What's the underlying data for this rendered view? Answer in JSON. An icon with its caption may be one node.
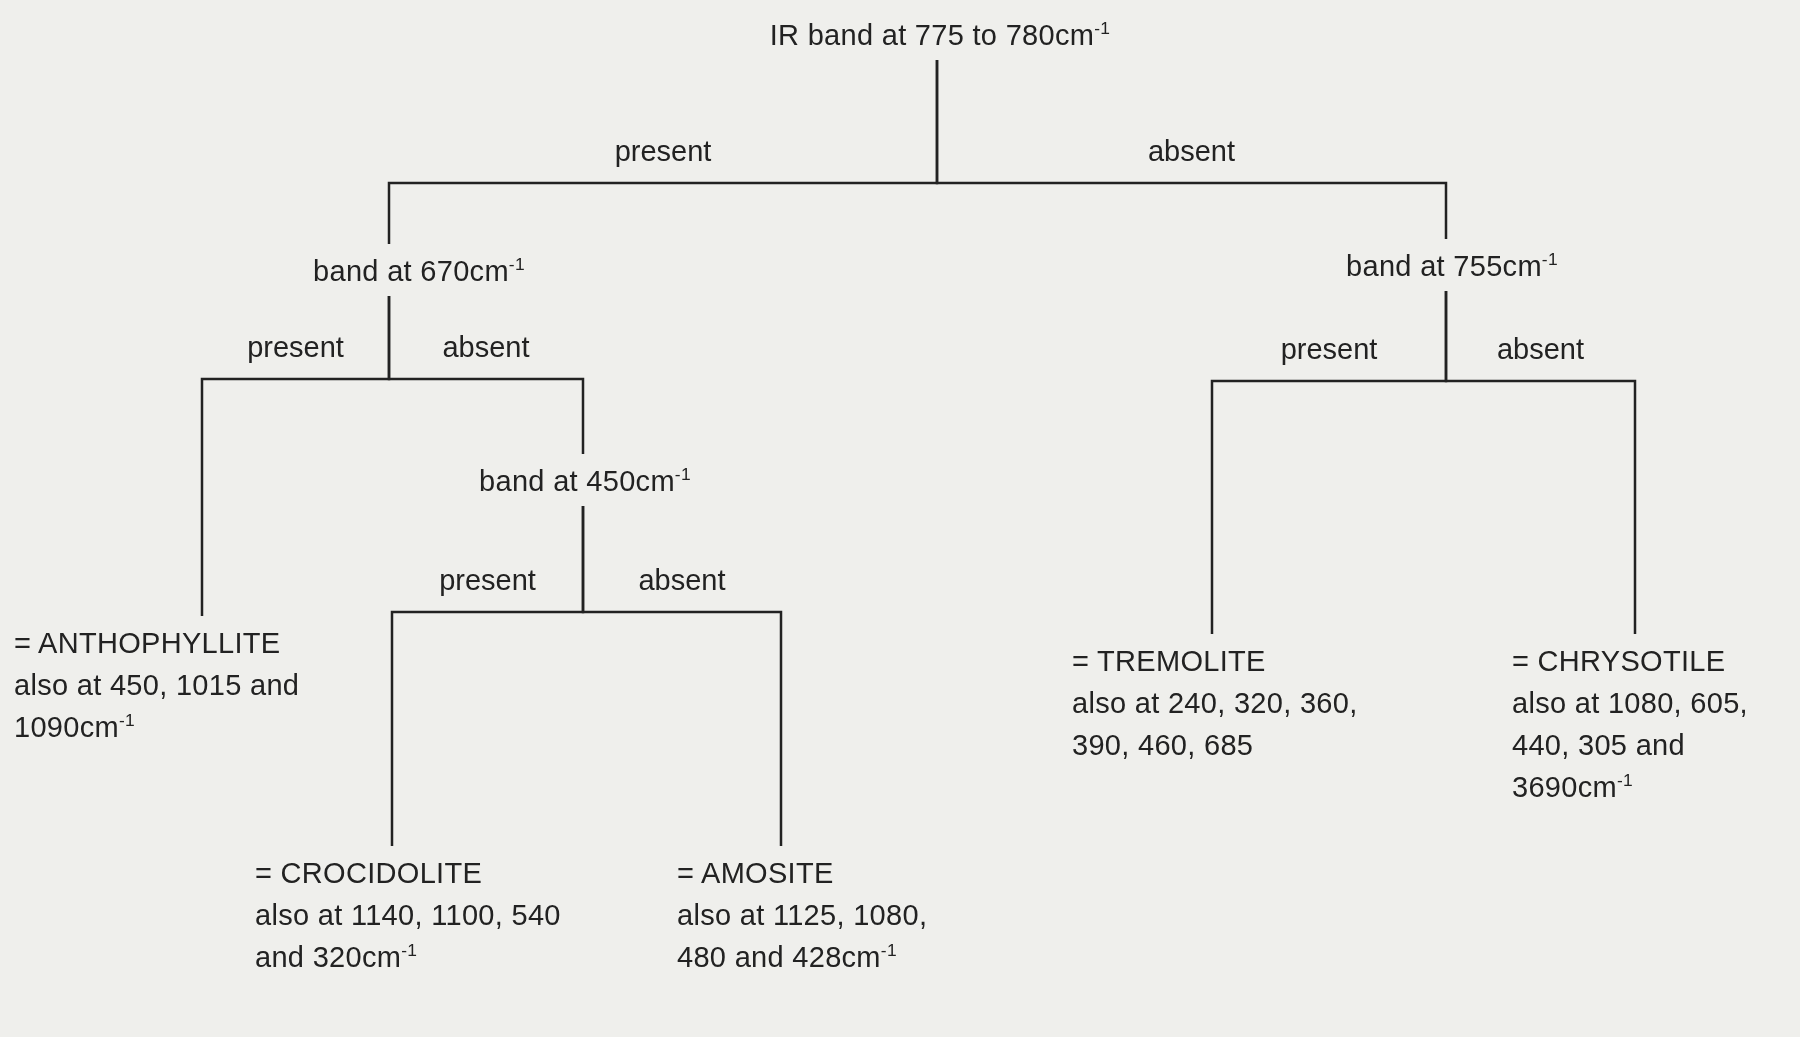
{
  "diagram": {
    "nodes": [
      {
        "text": [
          "IR band at 775 to 780cm$^{-1}$"
        ]
      },
      {
        "text": [
          "band at 670cm$^{-1}$"
        ]
      },
      {
        "text": [
          "band at 755cm$^{-1}$"
        ]
      },
      {
        "text": [
          "= ANTHOPHYLLITE",
          "also at 450, 1015 and 1090cm$^{-1}$"
        ]
      },
      {
        "text": [
          "band at 450cm$^{-1}$"
        ]
      },
      {
        "text": [
          "= TREMOLITE",
          "also at 240, 320, 360, 390, 460, 685"
        ]
      },
      {
        "text": [
          "= CHRYSOTILE",
          "also at 1080, 605, 440, 305 and 3690cm$^{-1}$"
        ]
      },
      {
        "text": [
          "= CROCIDOLITE",
          "also at 1140, 1100, 540 and 320cm$^{-1}$"
        ]
      },
      {
        "text": [
          "= AMOSITE",
          "also at 1125, 1080, 480 and 428cm$^{-1}$"
        ]
      }
    ],
    "edges": [
      {
        "from": 0,
        "to": 1,
        "arrow": "none",
        "label": "present"
      },
      {
        "from": 0,
        "to": 2,
        "arrow": "none",
        "label": "absent"
      },
      {
        "from": 1,
        "to": 3,
        "arrow": "none",
        "label": "present"
      },
      {
        "from": 1,
        "to": 4,
        "arrow": "none",
        "label": "absent"
      },
      {
        "from": 2,
        "to": 5,
        "arrow": "none",
        "label": "present"
      },
      {
        "from": 2,
        "to": 6,
        "arrow": "none",
        "label": "absent"
      },
      {
        "from": 4,
        "to": 7,
        "arrow": "none",
        "label": "present"
      },
      {
        "from": 4,
        "to": 8,
        "arrow": "none",
        "label": "absent"
      }
    ]
  }
}
